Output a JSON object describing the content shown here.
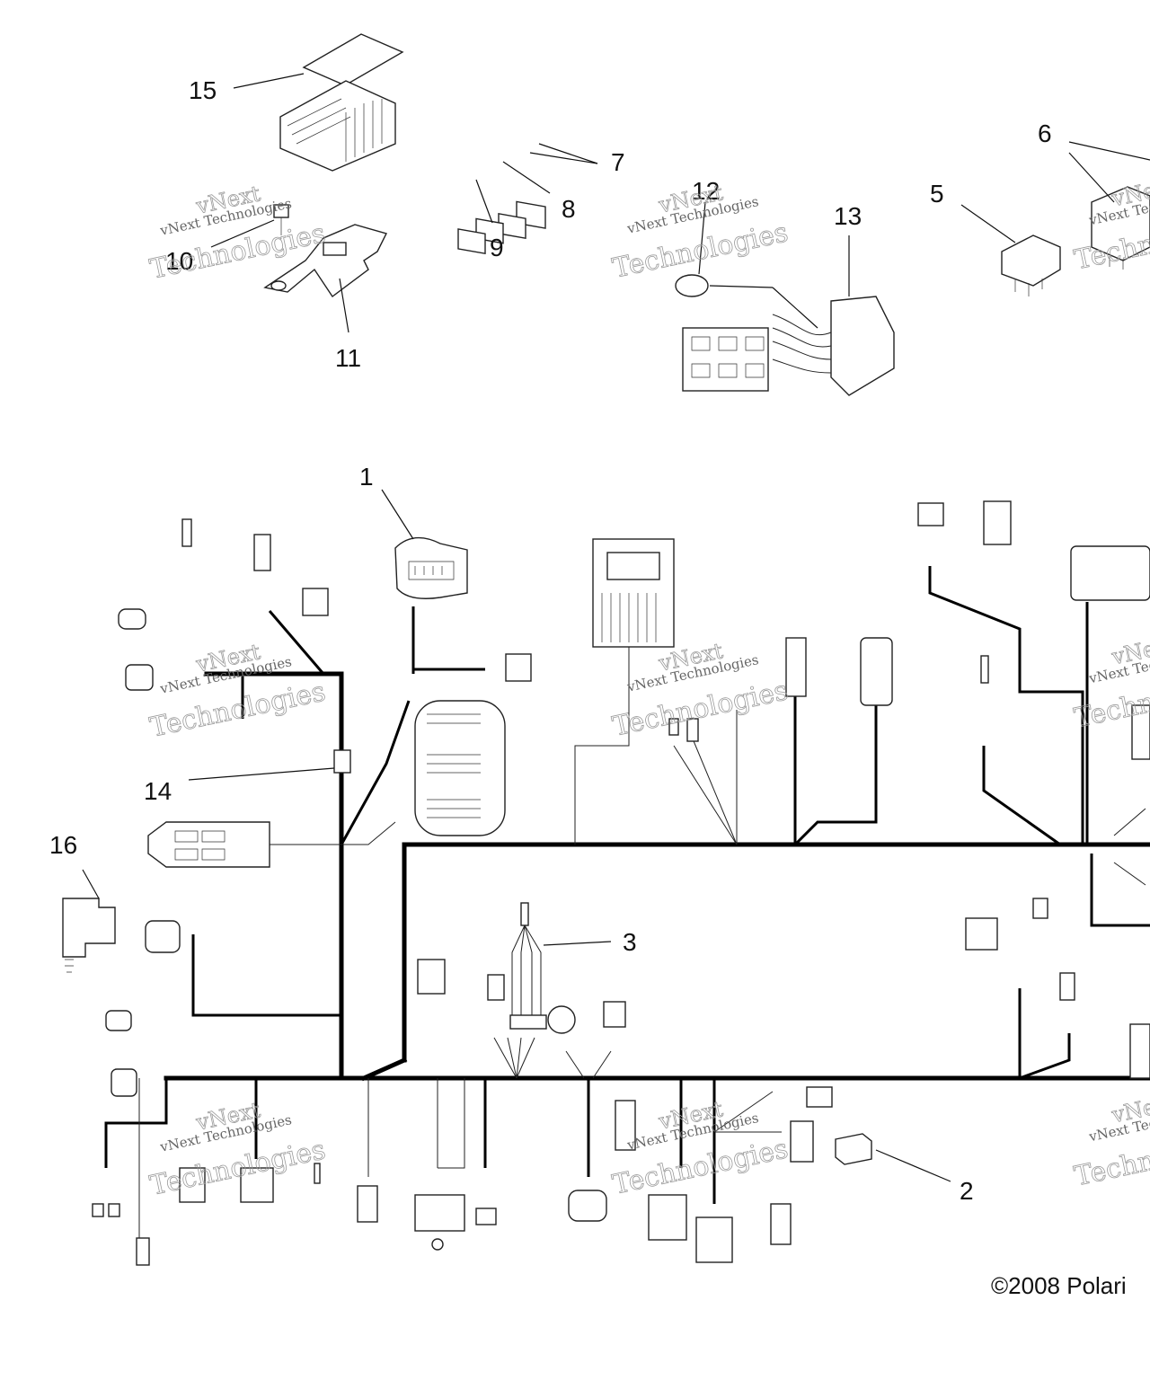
{
  "callouts": [
    "1",
    "2",
    "3",
    "5",
    "6",
    "7",
    "8",
    "9",
    "10",
    "11",
    "12",
    "13",
    "14",
    "15",
    "16"
  ],
  "watermark": {
    "line1": "vNext Technologies",
    "line2": "vNext",
    "line3": "Technologies"
  },
  "copyright": "©2008 Polari",
  "colors": {
    "ink": "#000000",
    "background": "#ffffff",
    "watermark": "#9a9a9a"
  }
}
